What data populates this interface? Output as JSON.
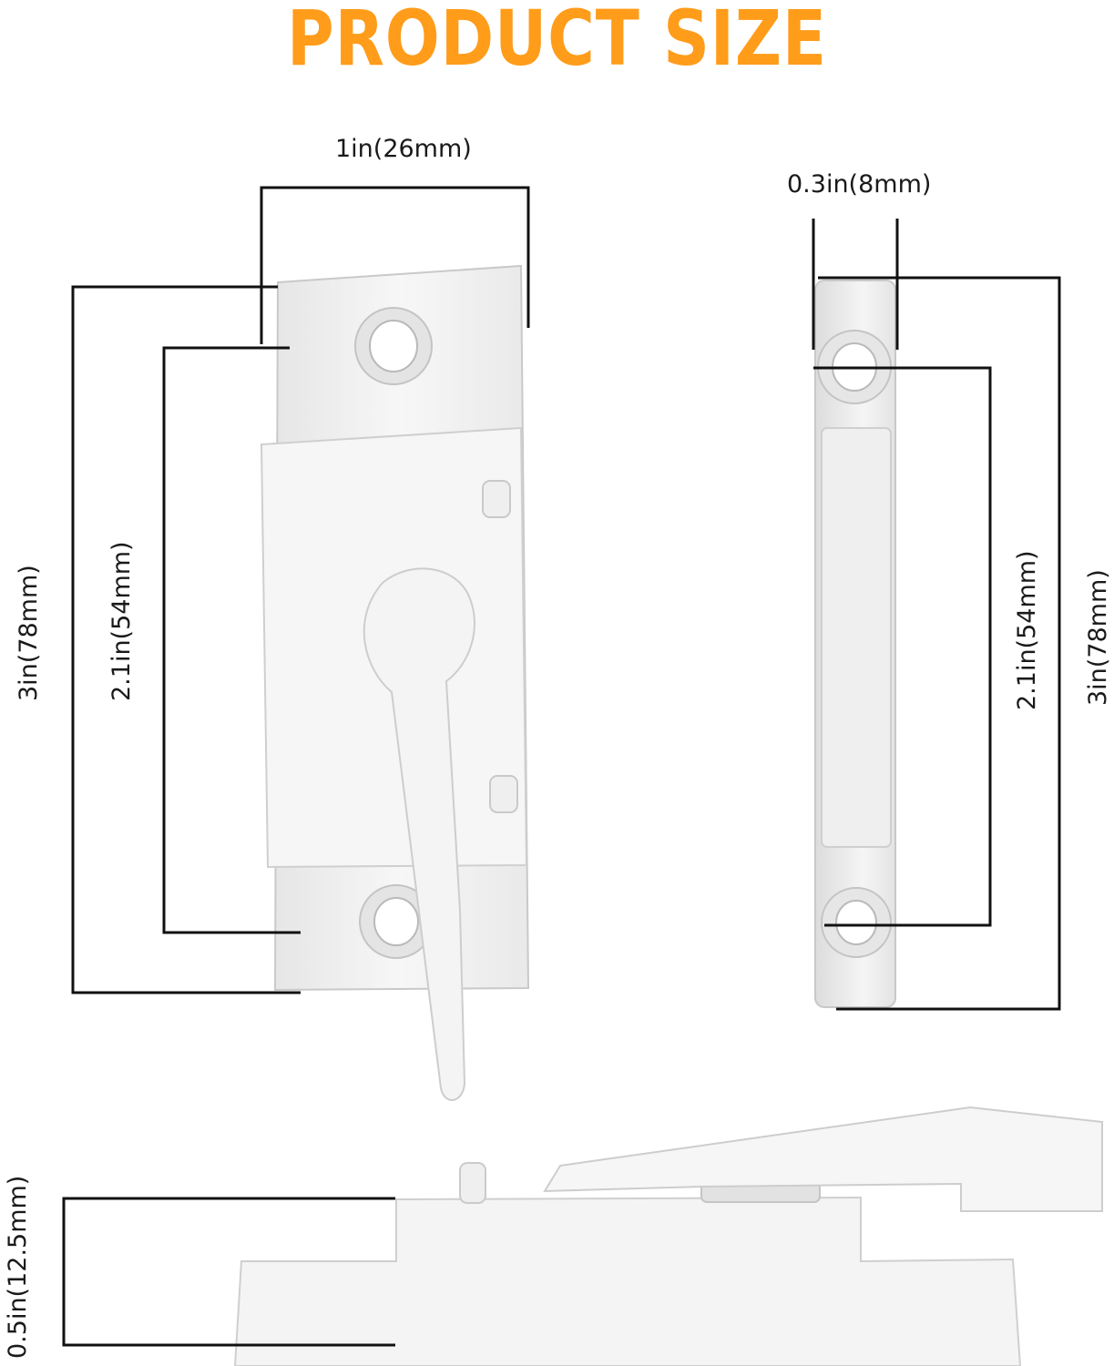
{
  "title": "PRODUCT SIZE",
  "colors": {
    "title": "#ff9c1a",
    "product": "#f2f2f2",
    "product_shadow": "#d0d0d0",
    "lines": "#111111"
  },
  "dimensions": {
    "front_width": "1in(26mm)",
    "front_height": "3in(78mm)",
    "front_hole_spacing": "2.1in(54mm)",
    "side_thickness": "0.3in(8mm)",
    "side_hole_spacing": "2.1in(54mm)",
    "side_height": "3in(78mm)",
    "profile_height": "0.5in(12.5mm)"
  }
}
